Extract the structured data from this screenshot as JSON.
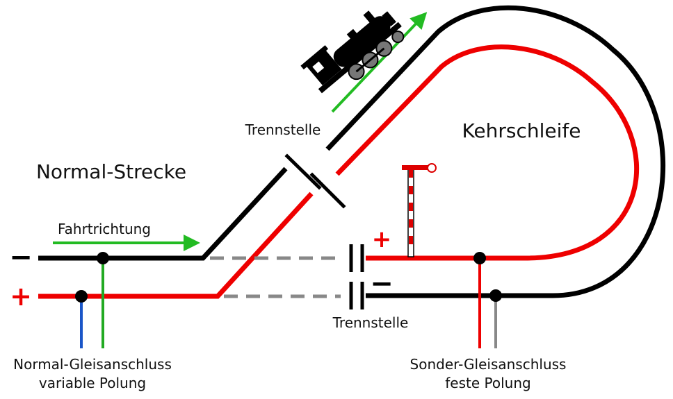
{
  "labels": {
    "normal_section": "Normal-Strecke",
    "reversing_loop": "Kehrschleife",
    "direction": "Fahrtrichtung",
    "gap_top": "Trennstelle",
    "gap_bottom": "Trennstelle",
    "normal_connection_line1": "Normal-Gleisanschluss",
    "normal_connection_line2": "variable Polung",
    "special_connection_line1": "Sonder-Gleisanschluss",
    "special_connection_line2": "feste Polung"
  },
  "polarity": {
    "normal_top": "−",
    "normal_bottom": "+",
    "loop_top": "+",
    "loop_bottom": "−"
  },
  "colors": {
    "rail_black": "#000000",
    "rail_red": "#ee0000",
    "feeder_blue": "#1a56c8",
    "feeder_green": "#22aa22",
    "feeder_gray": "#888888",
    "arrow_green": "#22bb22",
    "signal_red": "#dd0000"
  },
  "icons": [
    "locomotive-icon",
    "semaphore-signal-icon"
  ]
}
